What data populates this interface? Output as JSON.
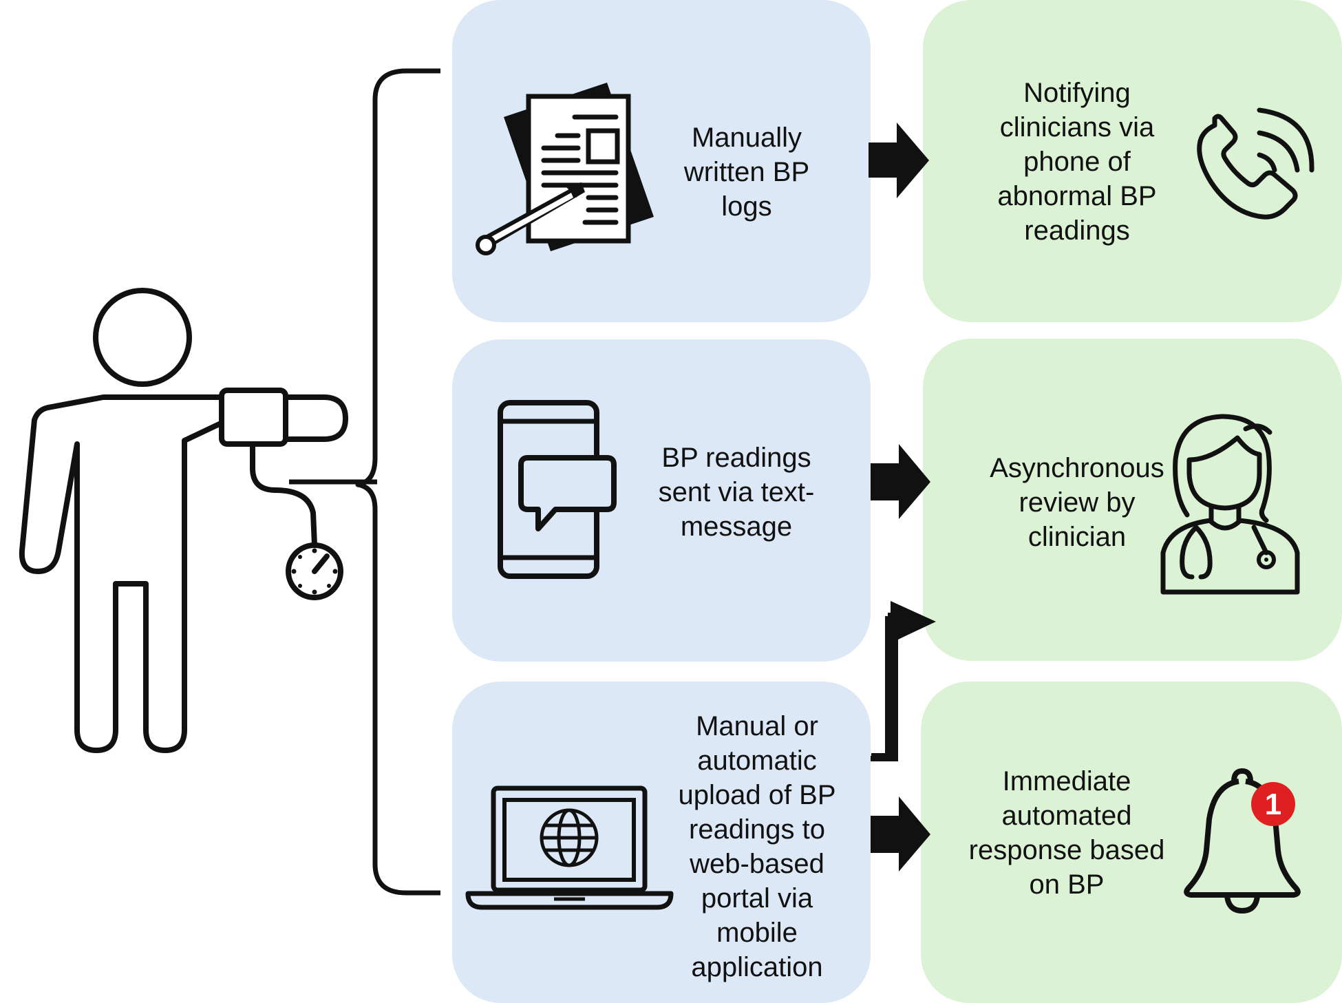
{
  "patient": {
    "icon": "person-with-bp-cuff-icon"
  },
  "methods": [
    {
      "lines": [
        "Manually",
        "written BP",
        "logs"
      ],
      "icon": "paper-log-pencil-icon"
    },
    {
      "lines": [
        "BP readings",
        "sent via text-",
        "message"
      ],
      "icon": "smartphone-chat-icon"
    },
    {
      "lines": [
        "Manual or",
        "automatic",
        "upload of BP",
        "readings to",
        "web-based",
        "portal via",
        "mobile",
        "application"
      ],
      "icon": "laptop-globe-icon"
    }
  ],
  "responses": [
    {
      "lines": [
        "Notifying",
        "clinicians via",
        "phone of",
        "abnormal BP",
        "readings"
      ],
      "icon": "phone-ringing-icon"
    },
    {
      "lines": [
        "Asynchronous",
        "review by",
        "clinician"
      ],
      "icon": "clinician-stethoscope-icon"
    },
    {
      "lines": [
        "Immediate",
        "automated",
        "response based",
        "on BP"
      ],
      "icon": "notification-bell-icon",
      "badge": "1"
    }
  ],
  "colors": {
    "method_box": "#dce8f5",
    "response_box": "#dcf2d5",
    "badge": "#e02020"
  }
}
